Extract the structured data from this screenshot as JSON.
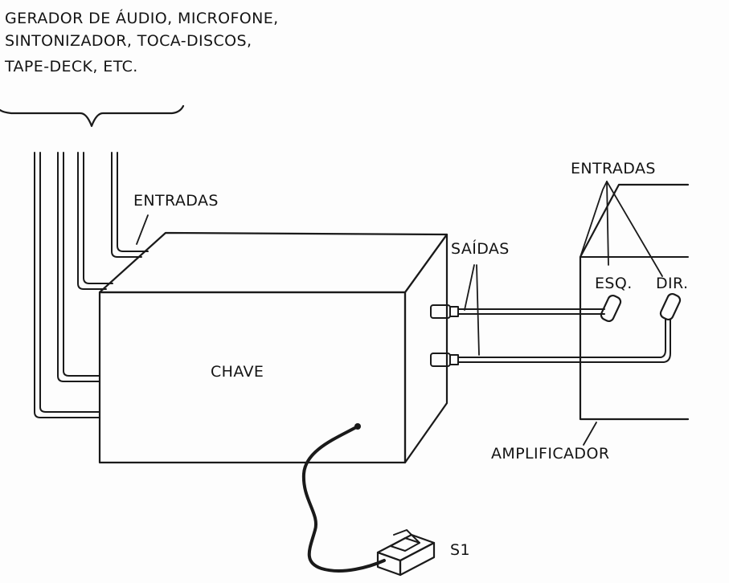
{
  "header_lines": [
    "GERADOR DE ÁUDIO, MICROFONE,",
    "SINTONIZADOR, TOCA-DISCOS,",
    "TAPE-DECK, ETC."
  ],
  "labels": {
    "entradas_switch": "ENTRADAS",
    "saidas": "SAÍDAS",
    "entradas_amp": "ENTRADAS",
    "esq": "ESQ.",
    "dir": "DIR.",
    "chave": "CHAVE",
    "amplificador": "AMPLIFICADOR",
    "s1": "S1"
  },
  "colors": {
    "ink": "#1a1a1a",
    "paper": "#fdfdfd"
  }
}
